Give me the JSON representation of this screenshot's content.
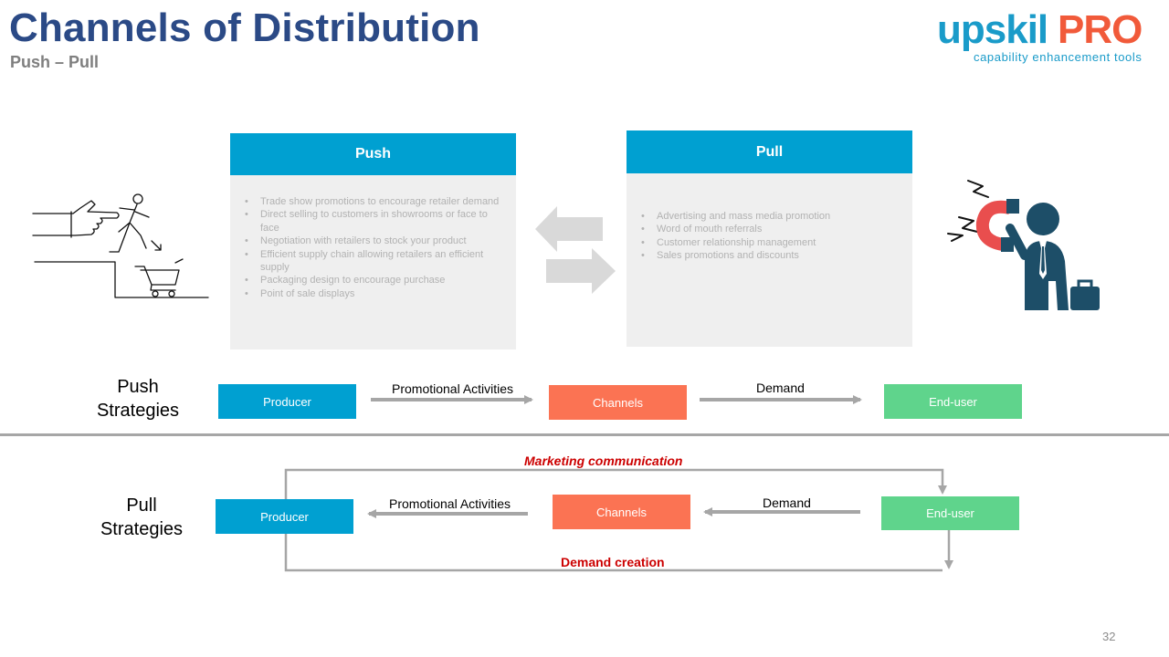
{
  "header": {
    "title": "Channels of Distribution",
    "subtitle": "Push – Pull"
  },
  "logo": {
    "word1": "upskil",
    "word2": "PRO",
    "tagline": "capability enhancement tools"
  },
  "push_panel": {
    "title": "Push",
    "items": [
      "Trade show promotions to encourage retailer demand",
      "Direct selling to customers in showrooms or face to face",
      "Negotiation with retailers to stock your product",
      "Efficient supply chain allowing retailers an efficient supply",
      "Packaging design to encourage purchase",
      "Point of sale displays"
    ]
  },
  "pull_panel": {
    "title": "Pull",
    "items": [
      "Advertising and mass media promotion",
      "Word of mouth referrals",
      "Customer relationship management",
      "Sales promotions and discounts"
    ]
  },
  "push_strategy": {
    "label_line1": "Push",
    "label_line2": "Strategies",
    "producer": "Producer",
    "channels": "Channels",
    "enduser": "End-user",
    "arrow1_label": "Promotional Activities",
    "arrow2_label": "Demand"
  },
  "pull_strategy": {
    "label_line1": "Pull",
    "label_line2": "Strategies",
    "producer": "Producer",
    "channels": "Channels",
    "enduser": "End-user",
    "arrow1_label": "Promotional Activities",
    "arrow2_label": "Demand",
    "top_label": "Marketing communication",
    "bottom_label": "Demand creation"
  },
  "page_number": "32",
  "colors": {
    "title": "#2b4a86",
    "panel_header": "#00a0d1",
    "producer": "#00a0d1",
    "channels": "#fb7353",
    "enduser": "#5fd48c",
    "accent_red": "#cc0000"
  }
}
